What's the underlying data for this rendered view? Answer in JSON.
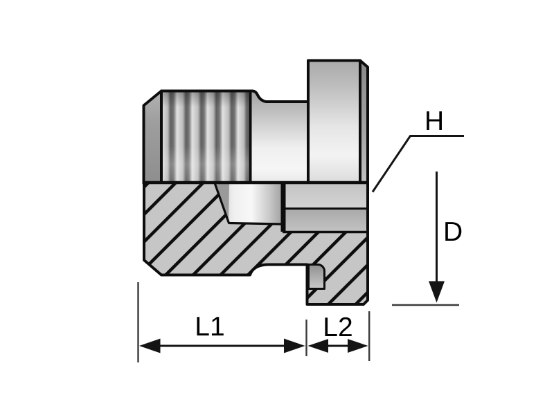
{
  "drawing": {
    "kind": "technical-cross-section",
    "part_description": "Threaded plug with hex flange, half section view with internal socket",
    "background_color": "#ffffff",
    "outline_color": "#0d0d0d",
    "hatch_fill_color": "#c6c6c6",
    "label_color": "#000000",
    "labels": {
      "length_overall": "L1",
      "length_flange": "L2",
      "diameter": "D",
      "hex": "H"
    }
  }
}
